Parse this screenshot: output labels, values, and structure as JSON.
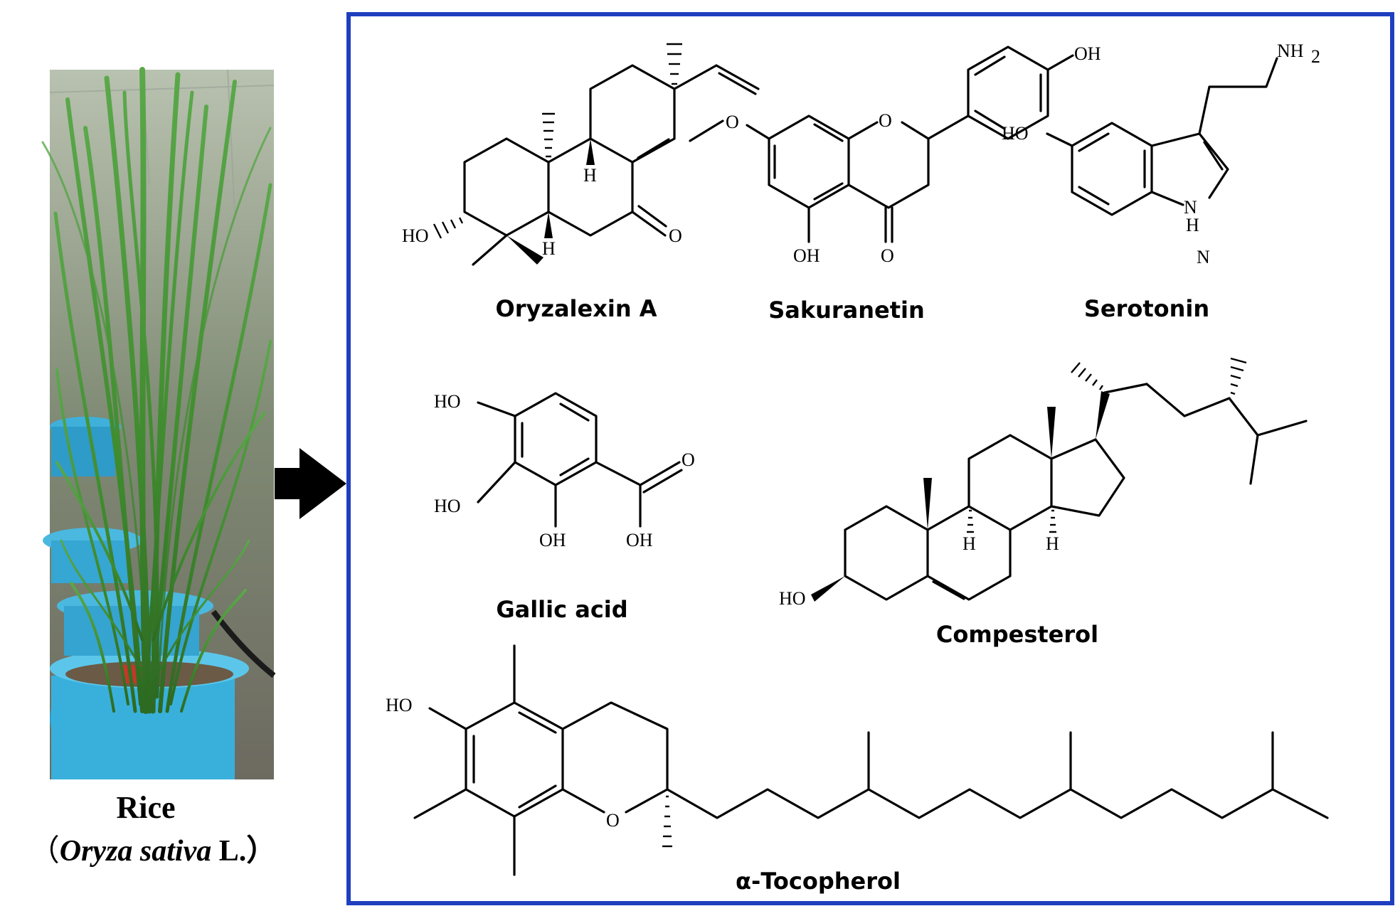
{
  "plant": {
    "name": "Rice",
    "scientific_open": "（",
    "scientific_genus_species": "Oryza sativa",
    "scientific_author": " L.）"
  },
  "compounds": {
    "oryzalexin_a": "Oryzalexin A",
    "sakuranetin": "Sakuranetin",
    "serotonin": "Serotonin",
    "gallic_acid": "Gallic acid",
    "compesterol": "Compesterol",
    "tocopherol": "α-Tocopherol"
  },
  "atoms": {
    "HO": "HO",
    "OH": "OH",
    "O": "O",
    "H": "H",
    "N": "N",
    "NH": "NH",
    "two": "2"
  },
  "colors": {
    "frame_border": "#1f3fbf",
    "arrow": "#000000",
    "rice_leaf": "#3f8a2e",
    "pot": "#3aaed8"
  },
  "icons": {
    "arrow": "right-arrow-icon"
  }
}
